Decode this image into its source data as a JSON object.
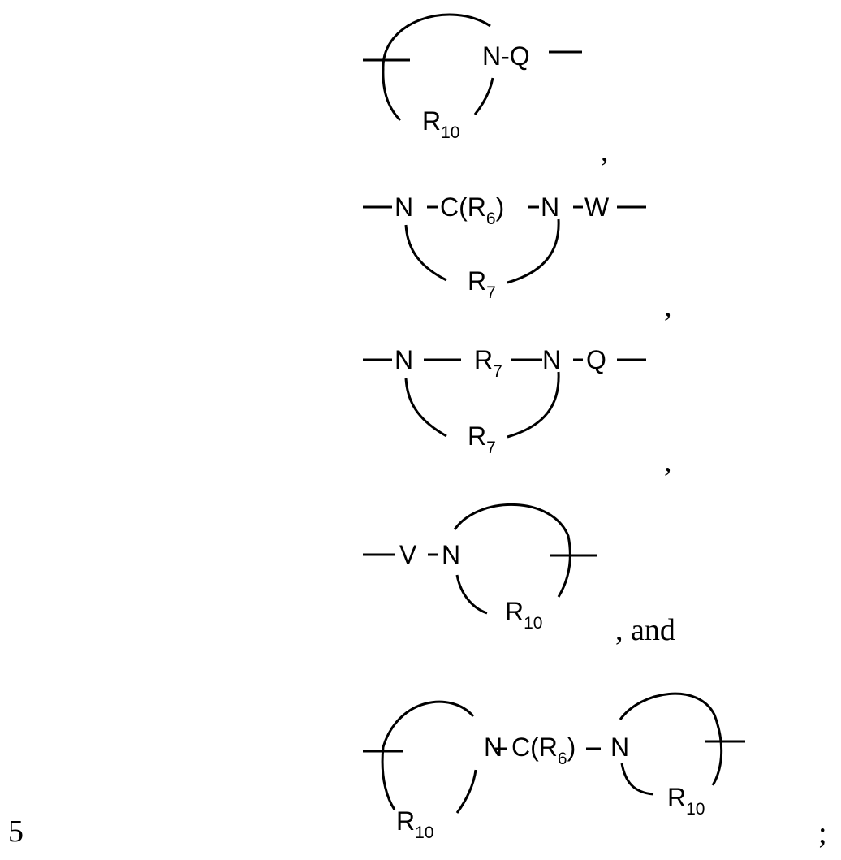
{
  "page": {
    "line_number": "5",
    "background": "#ffffff",
    "ink": "#000000"
  },
  "structures": [
    {
      "id": "structure-1",
      "description": "ring R10 attached via N-Q with open ring bond",
      "labels": {
        "n": "N",
        "link": "-Q",
        "ring": "R",
        "ring_sub": "10"
      },
      "separator": ","
    },
    {
      "id": "structure-2",
      "description": "N-C(R6)-N-W bridged by R7",
      "labels": {
        "n1": "N",
        "c": "C(R",
        "c_sub": "6",
        "c_close": ")",
        "n2": "N",
        "w": "W",
        "ring": "R",
        "ring_sub": "7"
      },
      "separator": ","
    },
    {
      "id": "structure-3",
      "description": "N-R7-N-Q bridged by R7",
      "labels": {
        "n1": "N",
        "mid": "R",
        "mid_sub": "7",
        "n2": "N",
        "q": "Q",
        "ring": "R",
        "ring_sub": "7"
      },
      "separator": ","
    },
    {
      "id": "structure-4",
      "description": "V-N ring R10 with open ring bond",
      "labels": {
        "v": "V",
        "n": "N",
        "ring": "R",
        "ring_sub": "10"
      },
      "separator": ", and"
    },
    {
      "id": "structure-5",
      "description": "two R10 rings linked via N-C(R6)-N",
      "labels": {
        "n1": "N",
        "c": "C(R",
        "c_sub": "6",
        "c_close": ")",
        "n2": "N",
        "ring_left": "R",
        "ring_left_sub": "10",
        "ring_right": "R",
        "ring_right_sub": "10"
      },
      "separator": ";"
    }
  ]
}
